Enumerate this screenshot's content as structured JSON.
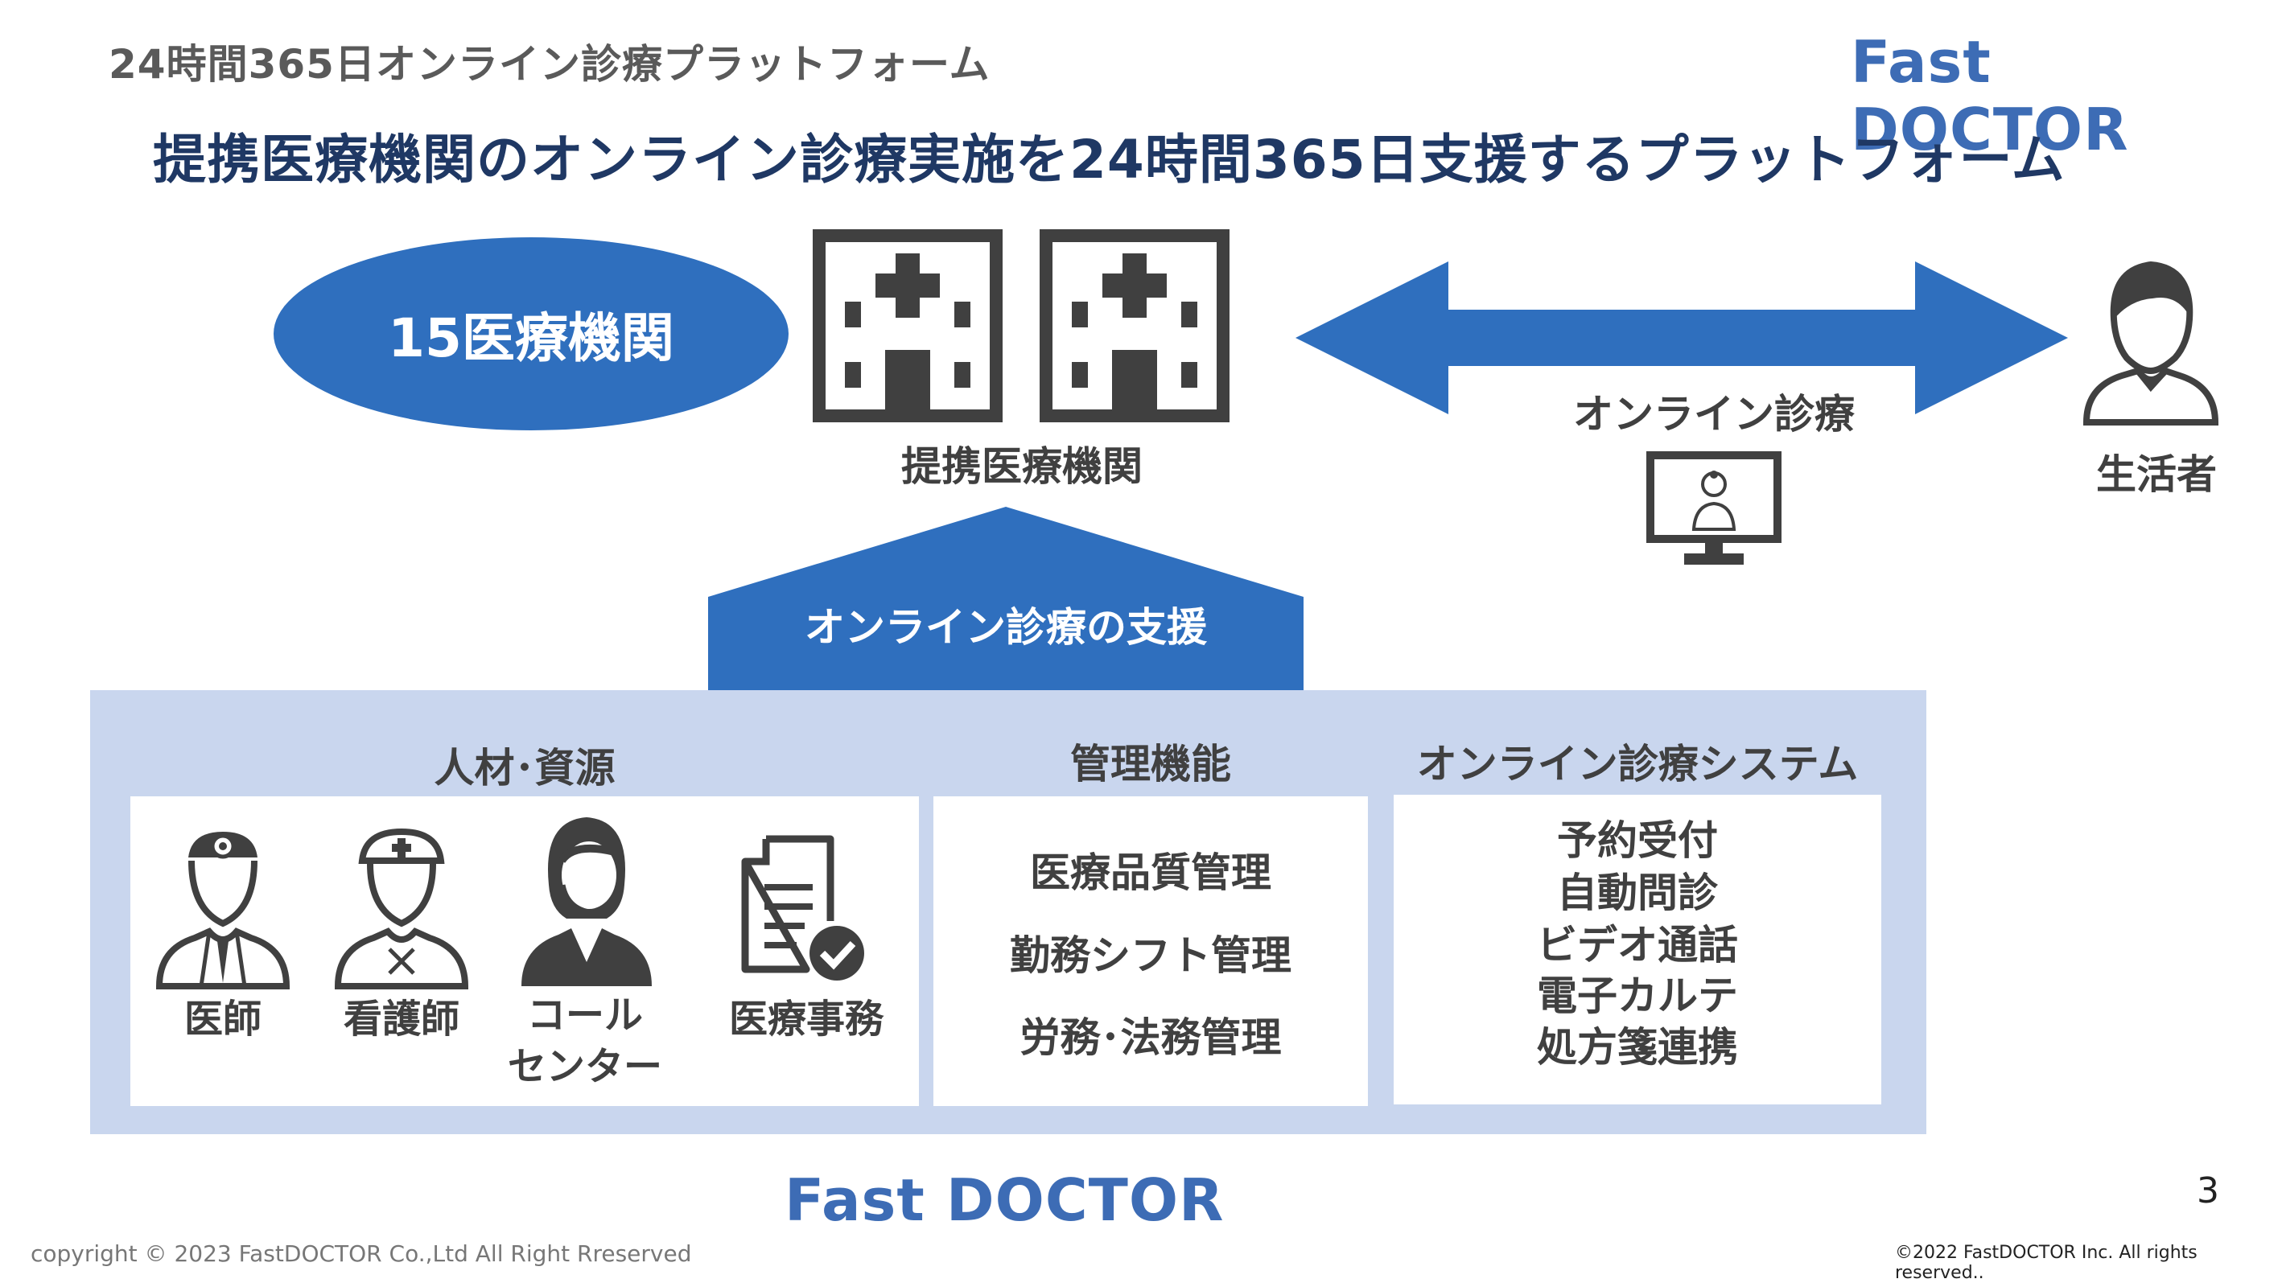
{
  "header": {
    "kicker": "24時間365日オンライン診療プラットフォーム",
    "logo": "Fast DOCTOR",
    "headline": "提携医療機関のオンライン診療実施を24時間365日支援するプラットフォーム"
  },
  "diagram": {
    "badge": "15医療機関",
    "partner_label": "提携医療機関",
    "online_label": "オンライン診療",
    "consumer_label": "生活者",
    "support_label": "オンライン診療の支援"
  },
  "sections": {
    "hr": {
      "title": "人材･資源",
      "staff": [
        {
          "label": "医師",
          "icon": "doctor-icon"
        },
        {
          "label": "看護師",
          "icon": "nurse-icon"
        },
        {
          "label_line1": "コール",
          "label_line2": "センター",
          "icon": "call-center-operator-icon"
        },
        {
          "label": "医療事務",
          "icon": "document-check-icon"
        }
      ]
    },
    "management": {
      "title": "管理機能",
      "items": [
        "医療品質管理",
        "勤務シフト管理",
        "労務･法務管理"
      ]
    },
    "system": {
      "title": "オンライン診療システム",
      "items": [
        "予約受付",
        "自動問診",
        "ビデオ通話",
        "電子カルテ",
        "処方箋連携"
      ]
    }
  },
  "footer": {
    "logo": "Fast DOCTOR",
    "page_number": "3",
    "copyright_left": "copyright  © 2023 FastDOCTOR Co.,Ltd All Right Rreserved",
    "copyright_right": "©2022 FastDOCTOR Inc. All rights reserved.."
  },
  "colors": {
    "brand_blue": "#2f6fbe",
    "logo_blue": "#3d6cb5",
    "headline_navy": "#1f3864",
    "panel_bg": "#c9d6ee",
    "icon_gray": "#404040"
  }
}
